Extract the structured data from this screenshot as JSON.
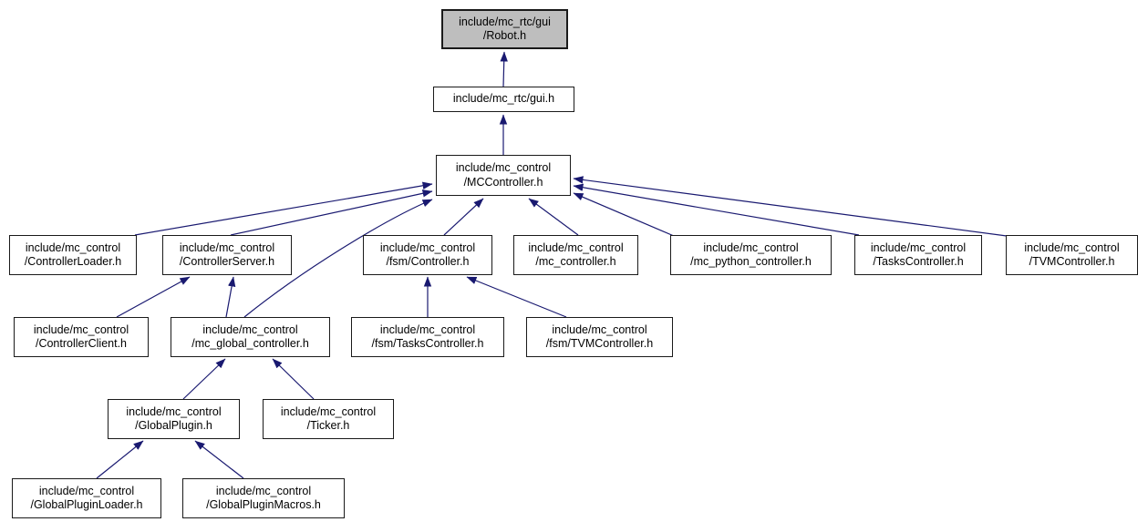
{
  "colors": {
    "edge": "#191970",
    "node_fill": "#ffffff",
    "node_border": "#1a1a1a",
    "current_node_fill": "#bebebe",
    "background": "#ffffff"
  },
  "nodes": {
    "robot": {
      "line1": "include/mc_rtc/gui",
      "line2": "/Robot.h"
    },
    "gui": {
      "line1": "include/mc_rtc/gui.h"
    },
    "mccontroller": {
      "line1": "include/mc_control",
      "line2": "/MCController.h"
    },
    "controller_loader": {
      "line1": "include/mc_control",
      "line2": "/ControllerLoader.h"
    },
    "controller_server": {
      "line1": "include/mc_control",
      "line2": "/ControllerServer.h"
    },
    "fsm_controller": {
      "line1": "include/mc_control",
      "line2": "/fsm/Controller.h"
    },
    "mc_controller": {
      "line1": "include/mc_control",
      "line2": "/mc_controller.h"
    },
    "mc_python_controller": {
      "line1": "include/mc_control",
      "line2": "/mc_python_controller.h"
    },
    "tasks_controller": {
      "line1": "include/mc_control",
      "line2": "/TasksController.h"
    },
    "tvm_controller": {
      "line1": "include/mc_control",
      "line2": "/TVMController.h"
    },
    "controller_client": {
      "line1": "include/mc_control",
      "line2": "/ControllerClient.h"
    },
    "mc_global_controller": {
      "line1": "include/mc_control",
      "line2": "/mc_global_controller.h"
    },
    "fsm_tasks_controller": {
      "line1": "include/mc_control",
      "line2": "/fsm/TasksController.h"
    },
    "fsm_tvm_controller": {
      "line1": "include/mc_control",
      "line2": "/fsm/TVMController.h"
    },
    "global_plugin": {
      "line1": "include/mc_control",
      "line2": "/GlobalPlugin.h"
    },
    "ticker": {
      "line1": "include/mc_control",
      "line2": "/Ticker.h"
    },
    "global_plugin_loader": {
      "line1": "include/mc_control",
      "line2": "/GlobalPluginLoader.h"
    },
    "global_plugin_macros": {
      "line1": "include/mc_control",
      "line2": "/GlobalPluginMacros.h"
    }
  },
  "edges": [
    {
      "from": "include/mc_rtc/gui.h",
      "to": "include/mc_rtc/gui/Robot.h"
    },
    {
      "from": "include/mc_control/MCController.h",
      "to": "include/mc_rtc/gui.h"
    },
    {
      "from": "include/mc_control/ControllerLoader.h",
      "to": "include/mc_control/MCController.h"
    },
    {
      "from": "include/mc_control/ControllerServer.h",
      "to": "include/mc_control/MCController.h"
    },
    {
      "from": "include/mc_control/fsm/Controller.h",
      "to": "include/mc_control/MCController.h"
    },
    {
      "from": "include/mc_control/mc_controller.h",
      "to": "include/mc_control/MCController.h"
    },
    {
      "from": "include/mc_control/mc_python_controller.h",
      "to": "include/mc_control/MCController.h"
    },
    {
      "from": "include/mc_control/TasksController.h",
      "to": "include/mc_control/MCController.h"
    },
    {
      "from": "include/mc_control/TVMController.h",
      "to": "include/mc_control/MCController.h"
    },
    {
      "from": "include/mc_control/ControllerClient.h",
      "to": "include/mc_control/ControllerServer.h"
    },
    {
      "from": "include/mc_control/mc_global_controller.h",
      "to": "include/mc_control/ControllerServer.h"
    },
    {
      "from": "include/mc_control/mc_global_controller.h",
      "to": "include/mc_control/MCController.h"
    },
    {
      "from": "include/mc_control/fsm/TasksController.h",
      "to": "include/mc_control/fsm/Controller.h"
    },
    {
      "from": "include/mc_control/fsm/TVMController.h",
      "to": "include/mc_control/fsm/Controller.h"
    },
    {
      "from": "include/mc_control/GlobalPlugin.h",
      "to": "include/mc_control/mc_global_controller.h"
    },
    {
      "from": "include/mc_control/Ticker.h",
      "to": "include/mc_control/mc_global_controller.h"
    },
    {
      "from": "include/mc_control/GlobalPluginLoader.h",
      "to": "include/mc_control/GlobalPlugin.h"
    },
    {
      "from": "include/mc_control/GlobalPluginMacros.h",
      "to": "include/mc_control/GlobalPlugin.h"
    }
  ]
}
